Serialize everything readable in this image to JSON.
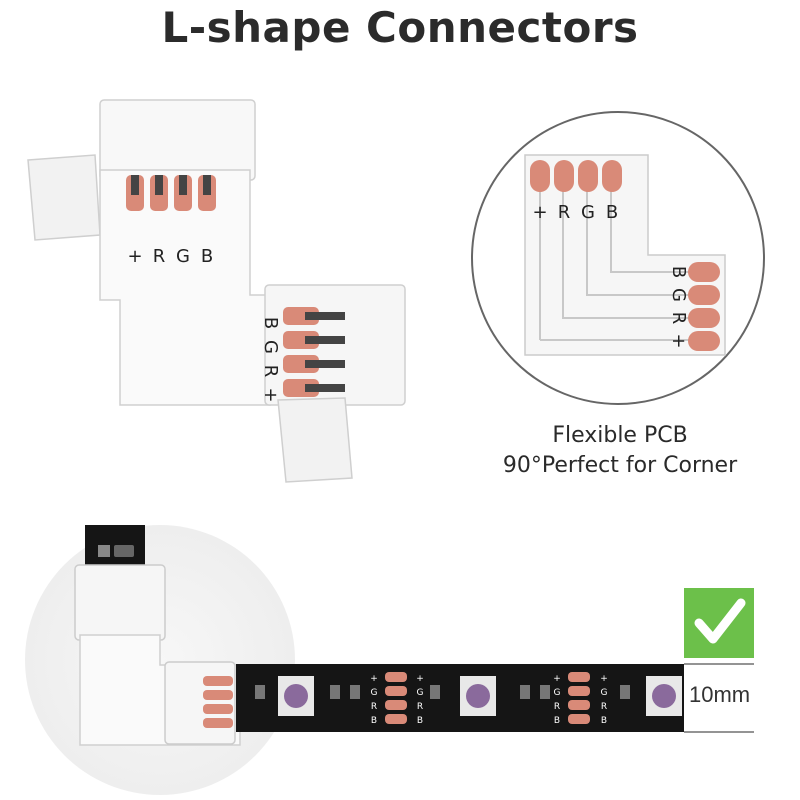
{
  "title": "L-shape Connectors",
  "pin_labels": [
    "+",
    "R",
    "G",
    "B"
  ],
  "caption_line1": "Flexible PCB",
  "caption_line2": "90°Perfect for Corner",
  "width_label": "10mm",
  "check_icon": "check-mark-icon",
  "colors": {
    "pad": "#d98a78",
    "strip": "#151515",
    "check": "#6cc04a"
  }
}
